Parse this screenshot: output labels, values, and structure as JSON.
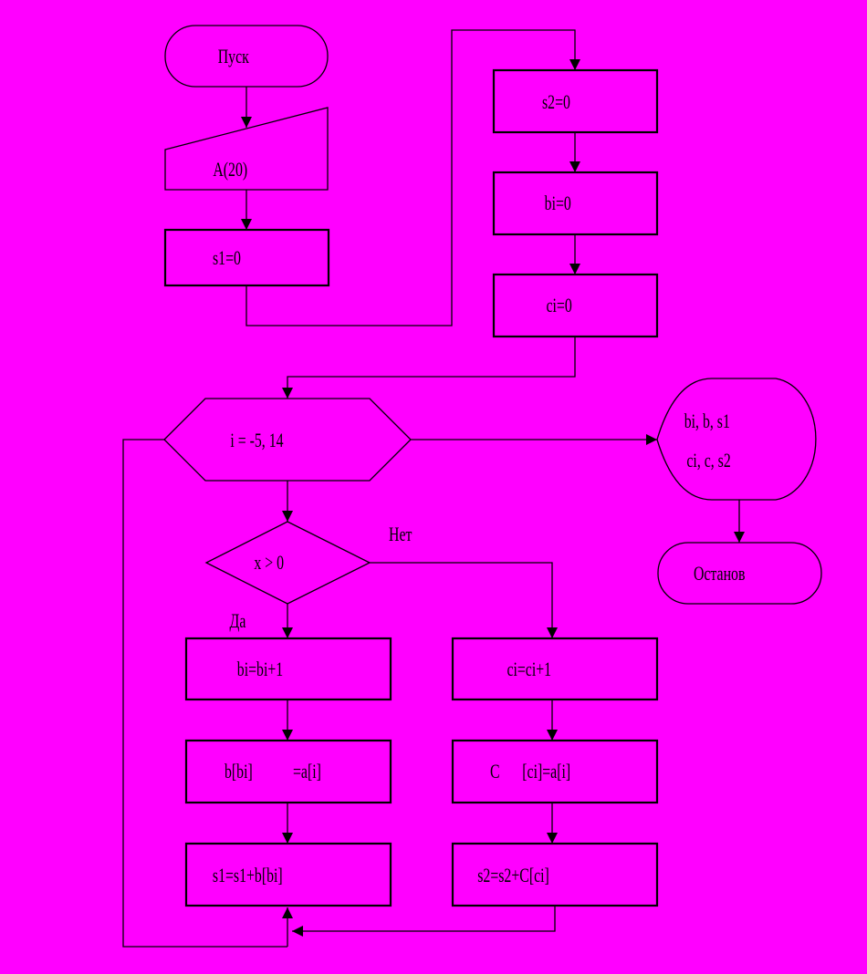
{
  "flowchart": {
    "start_label": "Пуск",
    "input_label": "A(20)",
    "s1_init": "s1=0",
    "s2_init": "s2=0",
    "bi_init": "bi=0",
    "ci_init": "ci=0",
    "loop_label": "i = -5, 14",
    "condition_label": "x > 0",
    "no_label": "Нет",
    "yes_label": "Да",
    "bi_inc": "bi=bi+1",
    "ci_inc": "ci=ci+1",
    "b_assign_left": "b[bi]",
    "b_assign_right": "=a[i]",
    "c_assign_left": "C",
    "c_assign_right": "[ci]=a[i]",
    "s1_sum": "s1=s1+b[bi]",
    "s2_sum": "s2=s2+C[ci]",
    "output_line1": "bi, b, s1",
    "output_line2": "ci, c, s2",
    "stop_label": "Останов"
  },
  "colors": {
    "background": "#ff00ff",
    "stroke": "#000000"
  }
}
